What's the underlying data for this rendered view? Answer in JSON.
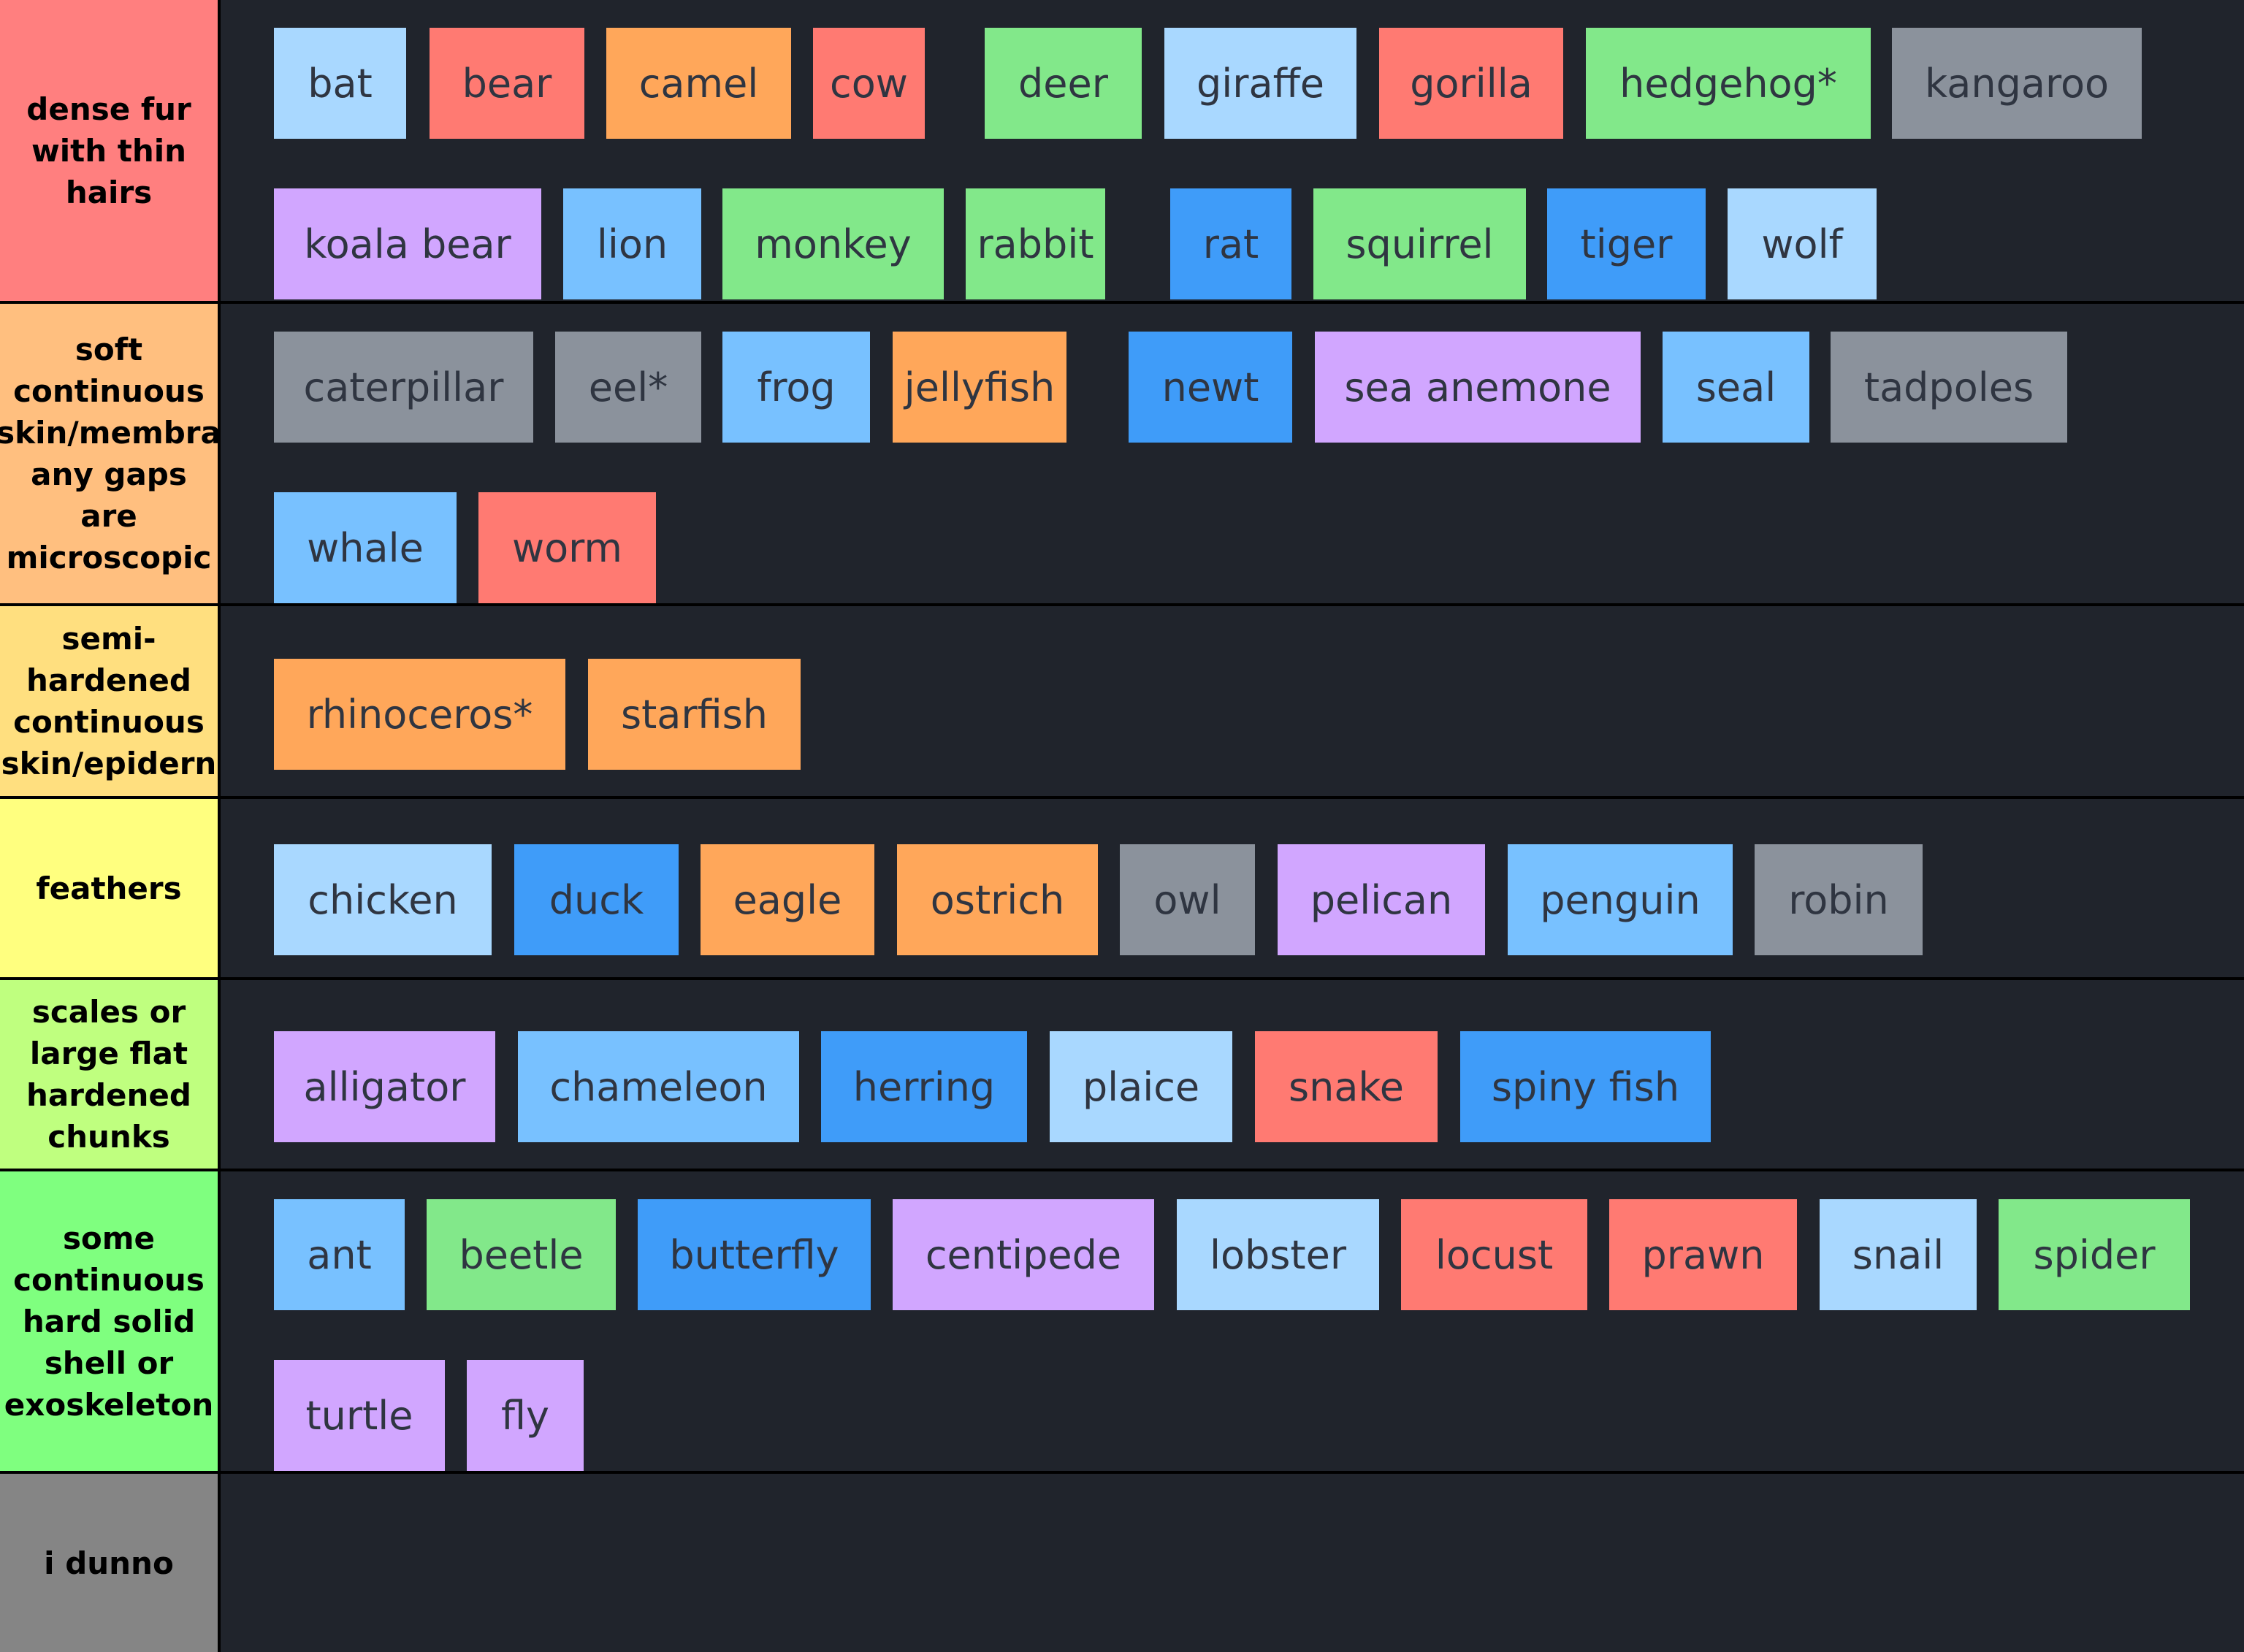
{
  "colors": {
    "page_background": "#000000",
    "row_background": "#20242c",
    "item_text": "#2f3541",
    "label_text": "#000000",
    "item_palette": {
      "light-blue": "#a9d8ff",
      "salmon": "#ff7a72",
      "orange": "#ffa75a",
      "green": "#82e88a",
      "gray": "#8b929c",
      "lavender": "#d1a6ff",
      "sky-blue": "#78c1ff",
      "blue": "#3f9cf9"
    }
  },
  "tiers": [
    {
      "label": "dense fur\nwith thin\nhairs",
      "label_color": "#ff7f7f",
      "items": [
        {
          "name": "bat",
          "color": "light-blue"
        },
        {
          "name": "bear",
          "color": "salmon"
        },
        {
          "name": "camel",
          "color": "orange"
        },
        {
          "name": "cow",
          "color": "salmon"
        },
        {
          "name": "deer",
          "color": "green"
        },
        {
          "name": "giraffe",
          "color": "light-blue"
        },
        {
          "name": "gorilla",
          "color": "salmon"
        },
        {
          "name": "hedgehog*",
          "color": "green"
        },
        {
          "name": "kangaroo",
          "color": "gray"
        },
        {
          "name": "koala bear",
          "color": "lavender"
        },
        {
          "name": "lion",
          "color": "sky-blue"
        },
        {
          "name": "monkey",
          "color": "green"
        },
        {
          "name": "rabbit",
          "color": "green"
        },
        {
          "name": "rat",
          "color": "blue"
        },
        {
          "name": "squirrel",
          "color": "green"
        },
        {
          "name": "tiger",
          "color": "blue"
        },
        {
          "name": "wolf",
          "color": "light-blue"
        }
      ]
    },
    {
      "label": "soft\ncontinuous\nskin/membra\nany gaps\nare\nmicroscopic",
      "label_color": "#ffbf7f",
      "items": [
        {
          "name": "caterpillar",
          "color": "gray"
        },
        {
          "name": "eel*",
          "color": "gray"
        },
        {
          "name": "frog",
          "color": "sky-blue"
        },
        {
          "name": "jellyfish",
          "color": "orange"
        },
        {
          "name": "newt",
          "color": "blue"
        },
        {
          "name": "sea anemone",
          "color": "lavender"
        },
        {
          "name": "seal",
          "color": "sky-blue"
        },
        {
          "name": "tadpoles",
          "color": "gray"
        },
        {
          "name": "whale",
          "color": "sky-blue"
        },
        {
          "name": "worm",
          "color": "salmon"
        }
      ]
    },
    {
      "label": "semi-\nhardened\ncontinuous\nskin/epidern",
      "label_color": "#ffdf7f",
      "items": [
        {
          "name": "rhinoceros*",
          "color": "orange"
        },
        {
          "name": "starfish",
          "color": "orange"
        }
      ]
    },
    {
      "label": "feathers",
      "label_color": "#ffff7f",
      "items": [
        {
          "name": "chicken",
          "color": "light-blue"
        },
        {
          "name": "duck",
          "color": "blue"
        },
        {
          "name": "eagle",
          "color": "orange"
        },
        {
          "name": "ostrich",
          "color": "orange"
        },
        {
          "name": "owl",
          "color": "gray"
        },
        {
          "name": "pelican",
          "color": "lavender"
        },
        {
          "name": "penguin",
          "color": "sky-blue"
        },
        {
          "name": "robin",
          "color": "gray"
        }
      ]
    },
    {
      "label": "scales or\nlarge flat\nhardened\nchunks",
      "label_color": "#bfff7f",
      "items": [
        {
          "name": "alligator",
          "color": "lavender"
        },
        {
          "name": "chameleon",
          "color": "sky-blue"
        },
        {
          "name": "herring",
          "color": "blue"
        },
        {
          "name": "plaice",
          "color": "light-blue"
        },
        {
          "name": "snake",
          "color": "salmon"
        },
        {
          "name": "spiny fish",
          "color": "blue"
        }
      ]
    },
    {
      "label": "some\ncontinuous\nhard solid\nshell or\nexoskeleton",
      "label_color": "#7fff7f",
      "items": [
        {
          "name": "ant",
          "color": "sky-blue"
        },
        {
          "name": "beetle",
          "color": "green"
        },
        {
          "name": "butterfly",
          "color": "blue"
        },
        {
          "name": "centipede",
          "color": "lavender"
        },
        {
          "name": "lobster",
          "color": "light-blue"
        },
        {
          "name": "locust",
          "color": "salmon"
        },
        {
          "name": "prawn",
          "color": "salmon"
        },
        {
          "name": "snail",
          "color": "light-blue"
        },
        {
          "name": "spider",
          "color": "green"
        },
        {
          "name": "turtle",
          "color": "lavender"
        },
        {
          "name": "fly",
          "color": "lavender"
        }
      ]
    },
    {
      "label": "i dunno",
      "label_color": "#858585",
      "items": []
    }
  ]
}
